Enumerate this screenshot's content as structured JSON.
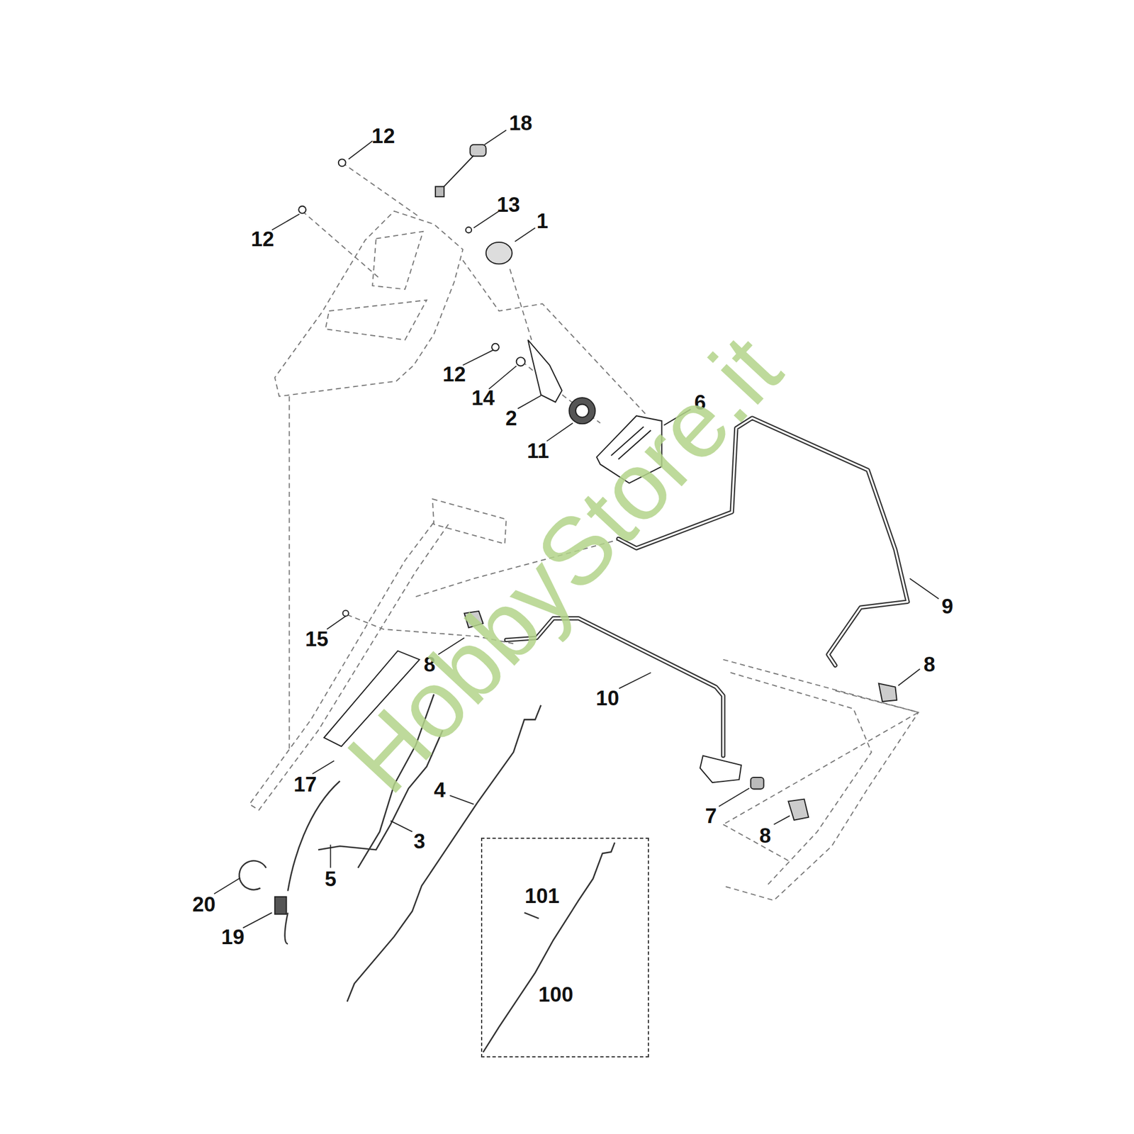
{
  "diagram": {
    "nodes": [
      {
        "text": [
          "101",
          "100"
        ]
      }
    ],
    "labels": [
      "12",
      "18",
      "12",
      "13",
      "1",
      "12",
      "14",
      "2",
      "11",
      "6",
      "9",
      "15",
      "8",
      "8",
      "10",
      "17",
      "4",
      "3",
      "7",
      "8",
      "5",
      "20",
      "19",
      "HobbyStore.it"
    ]
  }
}
